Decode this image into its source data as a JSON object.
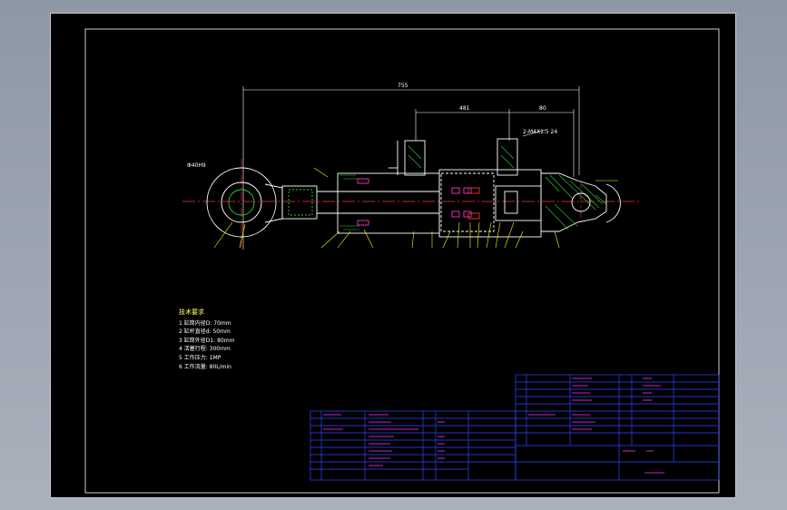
{
  "drawing": {
    "dims": {
      "overall": "755",
      "mid": "481",
      "end": "80",
      "port": "2-M4X1.5 24"
    },
    "rod_end_label": "Φ40H9",
    "tech_req": {
      "title": "技术要求",
      "lines": [
        "1 缸筒内径D: 70mm",
        "2 缸杆直径d: 50mm",
        "3 缸筒外径D1: 80mm",
        "4 活塞行程: 300mm",
        "5 工作压力: 1MP",
        "6 工作流量: 80L/min"
      ]
    }
  },
  "colors": {
    "background": "#000000",
    "frame": "#ffffff",
    "outline": "#ffffff",
    "centerline": "#ff3030",
    "dimension": "#ffffff",
    "leader": "#ffff00",
    "hatch": "#33cc33",
    "seal": "#ff33cc",
    "table": "#3344ff",
    "table_text": "#ff33ff"
  }
}
